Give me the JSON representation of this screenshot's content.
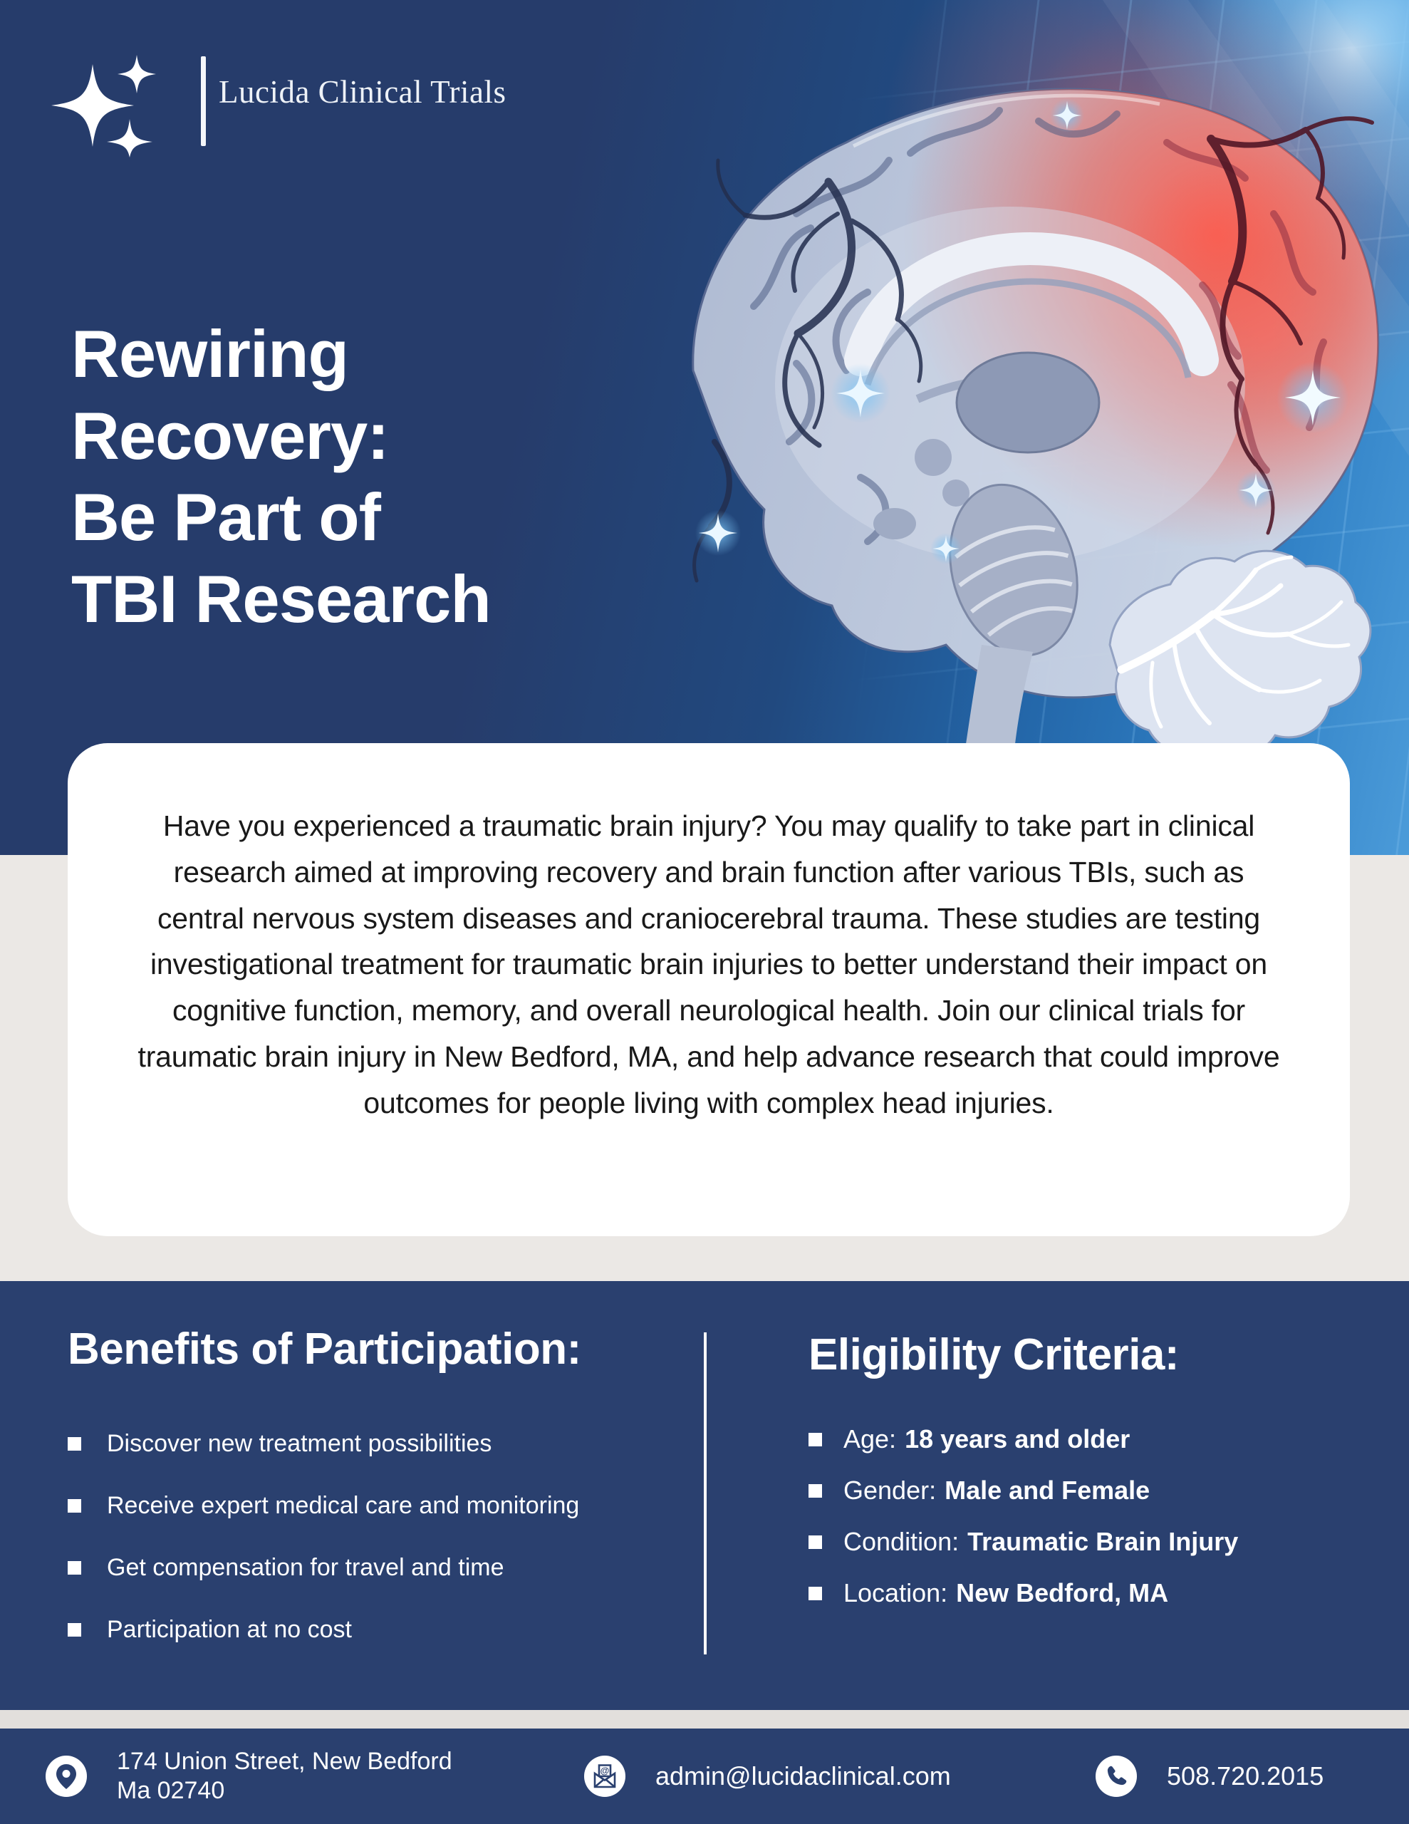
{
  "colors": {
    "navy": "#2a406f",
    "hero_navy": "#263c6b",
    "bright_blue": "#4b9bd9",
    "injury_red": "#f34e42",
    "light_gray_bg": "#ebe8e5",
    "card_white": "#ffffff"
  },
  "logo": {
    "name": "Lucida Clinical Trials",
    "icon": "sparkles-icon"
  },
  "hero": {
    "title_lines": [
      "Rewiring",
      "Recovery:",
      "Be Part of",
      "TBI Research"
    ]
  },
  "intro": {
    "text": "Have you experienced a traumatic brain injury? You may qualify to take part in clinical research aimed at improving recovery and brain function after various TBIs, such as central nervous system diseases and craniocerebral trauma. These studies are testing investigational treatment for traumatic brain injuries to better understand their impact on cognitive function, memory, and overall neurological health. Join our clinical trials for traumatic brain injury in New Bedford, MA, and help advance research that could improve outcomes for people living with complex head injuries."
  },
  "benefits": {
    "heading": "Benefits of Participation:",
    "items": [
      "Discover new treatment possibilities",
      "Receive expert medical care and monitoring",
      "Get compensation for travel and time",
      "Participation at no cost"
    ]
  },
  "eligibility": {
    "heading": "Eligibility Criteria:",
    "items": [
      {
        "label": "Age:",
        "value": "18 years and older"
      },
      {
        "label": "Gender:",
        "value": "Male and Female"
      },
      {
        "label": "Condition:",
        "value": "Traumatic Brain Injury"
      },
      {
        "label": "Location:",
        "value": "New Bedford, MA"
      }
    ]
  },
  "footer": {
    "address_line1": "174 Union Street, New Bedford",
    "address_line2": "Ma 02740",
    "email": "admin@lucidaclinical.com",
    "phone": "508.720.2015"
  }
}
